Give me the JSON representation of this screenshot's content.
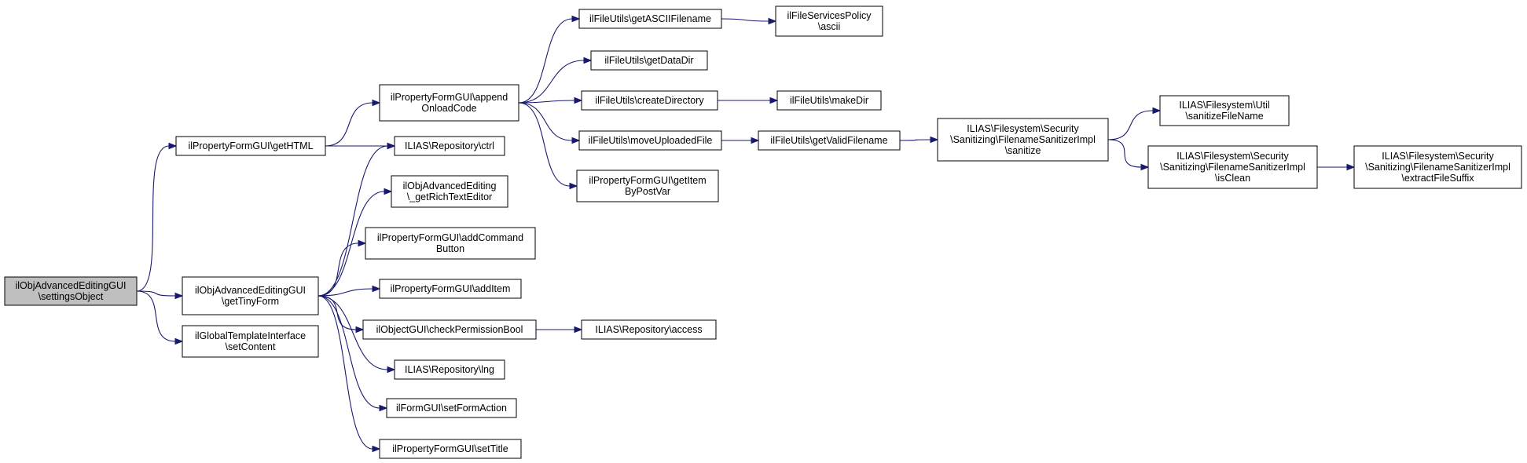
{
  "diagram": {
    "nodes": [
      {
        "id": "settingsObject",
        "lines": [
          "ilObjAdvancedEditingGUI",
          "\\settingsObject"
        ],
        "root": true
      },
      {
        "id": "getHTML",
        "lines": [
          "ilPropertyFormGUI\\getHTML"
        ]
      },
      {
        "id": "getTinyForm",
        "lines": [
          "ilObjAdvancedEditingGUI",
          "\\getTinyForm"
        ]
      },
      {
        "id": "setContent",
        "lines": [
          "ilGlobalTemplateInterface",
          "\\setContent"
        ]
      },
      {
        "id": "appendOnloadCode",
        "lines": [
          "ilPropertyFormGUI\\append",
          "OnloadCode"
        ]
      },
      {
        "id": "ctrl",
        "lines": [
          "ILIAS\\Repository\\ctrl"
        ]
      },
      {
        "id": "getRichTextEditor",
        "lines": [
          "ilObjAdvancedEditing",
          "\\_getRichTextEditor"
        ]
      },
      {
        "id": "addCommandButton",
        "lines": [
          "ilPropertyFormGUI\\addCommand",
          "Button"
        ]
      },
      {
        "id": "addItem",
        "lines": [
          "ilPropertyFormGUI\\addItem"
        ]
      },
      {
        "id": "checkPermissionBool",
        "lines": [
          "ilObjectGUI\\checkPermissionBool"
        ]
      },
      {
        "id": "lng",
        "lines": [
          "ILIAS\\Repository\\lng"
        ]
      },
      {
        "id": "setFormAction",
        "lines": [
          "ilFormGUI\\setFormAction"
        ]
      },
      {
        "id": "setTitle",
        "lines": [
          "ilPropertyFormGUI\\setTitle"
        ]
      },
      {
        "id": "getASCIIFilename",
        "lines": [
          "ilFileUtils\\getASCIIFilename"
        ]
      },
      {
        "id": "getDataDir",
        "lines": [
          "ilFileUtils\\getDataDir"
        ]
      },
      {
        "id": "createDirectory",
        "lines": [
          "ilFileUtils\\createDirectory"
        ]
      },
      {
        "id": "moveUploadedFile",
        "lines": [
          "ilFileUtils\\moveUploadedFile"
        ]
      },
      {
        "id": "getItemByPostVar",
        "lines": [
          "ilPropertyFormGUI\\getItem",
          "ByPostVar"
        ]
      },
      {
        "id": "access",
        "lines": [
          "ILIAS\\Repository\\access"
        ]
      },
      {
        "id": "ascii",
        "lines": [
          "ilFileServicesPolicy",
          "\\ascii"
        ]
      },
      {
        "id": "makeDir",
        "lines": [
          "ilFileUtils\\makeDir"
        ]
      },
      {
        "id": "getValidFilename",
        "lines": [
          "ilFileUtils\\getValidFilename"
        ]
      },
      {
        "id": "sanitize",
        "lines": [
          "ILIAS\\Filesystem\\Security",
          "\\Sanitizing\\FilenameSanitizerImpl",
          "\\sanitize"
        ]
      },
      {
        "id": "sanitizeFileName",
        "lines": [
          "ILIAS\\Filesystem\\Util",
          "\\sanitizeFileName"
        ]
      },
      {
        "id": "isClean",
        "lines": [
          "ILIAS\\Filesystem\\Security",
          "\\Sanitizing\\FilenameSanitizerImpl",
          "\\isClean"
        ]
      },
      {
        "id": "extractFileSuffix",
        "lines": [
          "ILIAS\\Filesystem\\Security",
          "\\Sanitizing\\FilenameSanitizerImpl",
          "\\extractFileSuffix"
        ]
      }
    ],
    "edges": [
      [
        "settingsObject",
        "getHTML"
      ],
      [
        "settingsObject",
        "getTinyForm"
      ],
      [
        "settingsObject",
        "setContent"
      ],
      [
        "getHTML",
        "appendOnloadCode"
      ],
      [
        "getHTML",
        "ctrl"
      ],
      [
        "getTinyForm",
        "ctrl"
      ],
      [
        "getTinyForm",
        "getRichTextEditor"
      ],
      [
        "getTinyForm",
        "addCommandButton"
      ],
      [
        "getTinyForm",
        "addItem"
      ],
      [
        "getTinyForm",
        "checkPermissionBool"
      ],
      [
        "getTinyForm",
        "lng"
      ],
      [
        "getTinyForm",
        "setFormAction"
      ],
      [
        "getTinyForm",
        "setTitle"
      ],
      [
        "appendOnloadCode",
        "getASCIIFilename"
      ],
      [
        "appendOnloadCode",
        "getDataDir"
      ],
      [
        "appendOnloadCode",
        "createDirectory"
      ],
      [
        "appendOnloadCode",
        "moveUploadedFile"
      ],
      [
        "appendOnloadCode",
        "getItemByPostVar"
      ],
      [
        "checkPermissionBool",
        "access"
      ],
      [
        "getASCIIFilename",
        "ascii"
      ],
      [
        "createDirectory",
        "makeDir"
      ],
      [
        "moveUploadedFile",
        "getValidFilename"
      ],
      [
        "getValidFilename",
        "sanitize"
      ],
      [
        "sanitize",
        "sanitizeFileName"
      ],
      [
        "sanitize",
        "isClean"
      ],
      [
        "isClean",
        "extractFileSuffix"
      ]
    ]
  }
}
